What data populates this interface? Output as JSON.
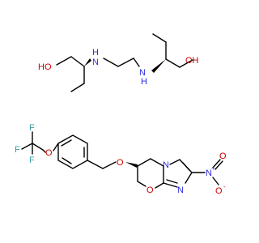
{
  "colors": {
    "carbon": "#000000",
    "nitrogen": "#2a2adf",
    "oxygen": "#d00000",
    "fluorine": "#3aa0a0"
  },
  "molecule_top": {
    "atoms": {
      "ho_left": "HO",
      "h_left": "H",
      "n_left": "N",
      "n_right": "N",
      "h_right": "H",
      "oh_right": "OH"
    }
  },
  "molecule_bottom": {
    "atoms": {
      "f1": "F",
      "f2": "F",
      "f3": "F",
      "o_ether_cf3": "O",
      "o_ether_benzyl": "O",
      "n_ring": "N",
      "n_imid": "N",
      "o_ring": "O",
      "n_nitro": "N",
      "nitro_plus": "+",
      "o_nitro_top": "O",
      "o_nitro_bottom": "O",
      "nitro_minus": "-"
    }
  }
}
